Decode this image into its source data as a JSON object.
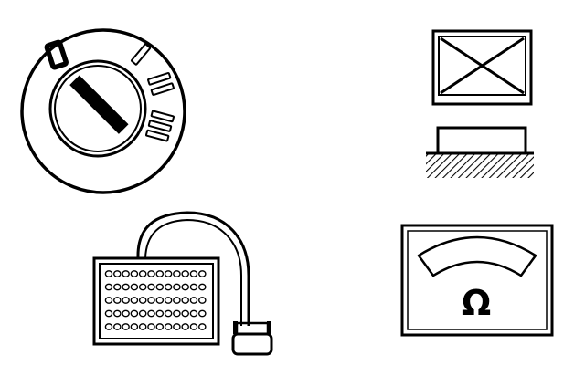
{
  "dial": {
    "position_labels": [
      "0",
      "I",
      "II",
      "III"
    ]
  },
  "ohmmeter": {
    "unit_symbol": "Ω"
  },
  "connector_board": {
    "rows": 5,
    "columns": 12
  },
  "colors": {
    "ink": "#000000",
    "paper": "#ffffff"
  }
}
